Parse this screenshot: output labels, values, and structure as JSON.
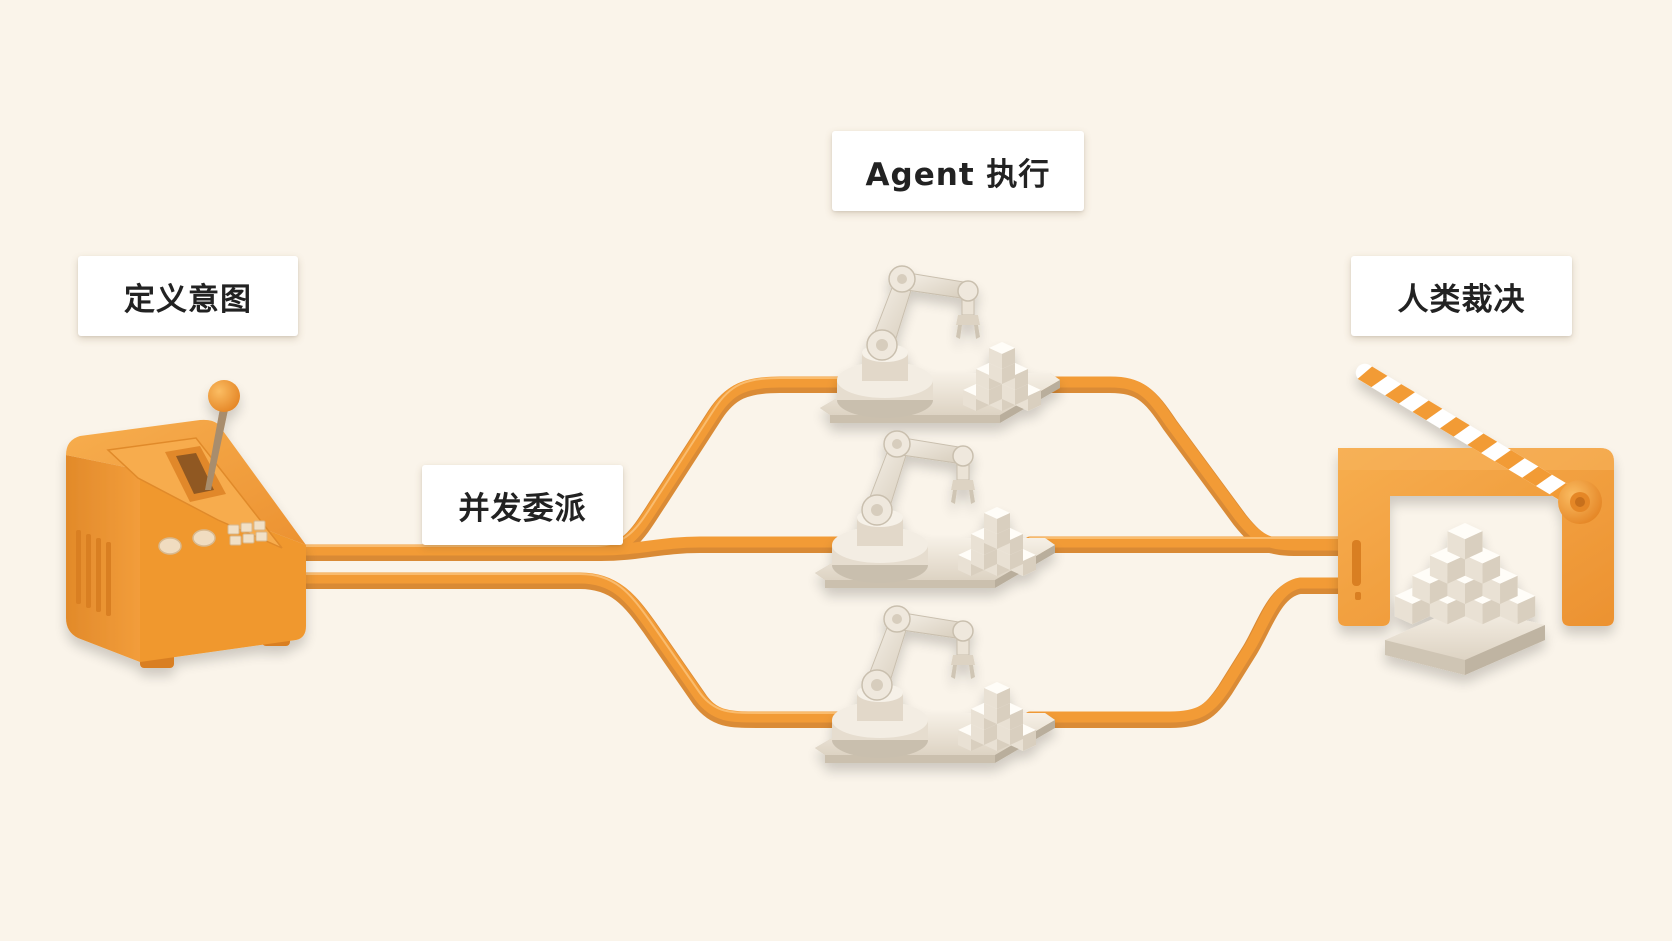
{
  "diagram": {
    "steps": {
      "define_intent": "定义意图",
      "parallel_dispatch": "并发委派",
      "agent_execute": "Agent 执行",
      "human_judgment": "人类裁决"
    },
    "agent_count": 3
  },
  "colors": {
    "background": "#faf4ea",
    "track_orange": "#f0972f",
    "machine_orange": "#f4a440",
    "robot_white": "#ece4d6",
    "label_bg": "#ffffff",
    "label_text": "#222222"
  },
  "icons": {
    "console": "joystick-console-icon",
    "robot": "robot-arm-icon",
    "gate": "barrier-gate-icon",
    "blocks": "cube-pyramid-icon"
  }
}
